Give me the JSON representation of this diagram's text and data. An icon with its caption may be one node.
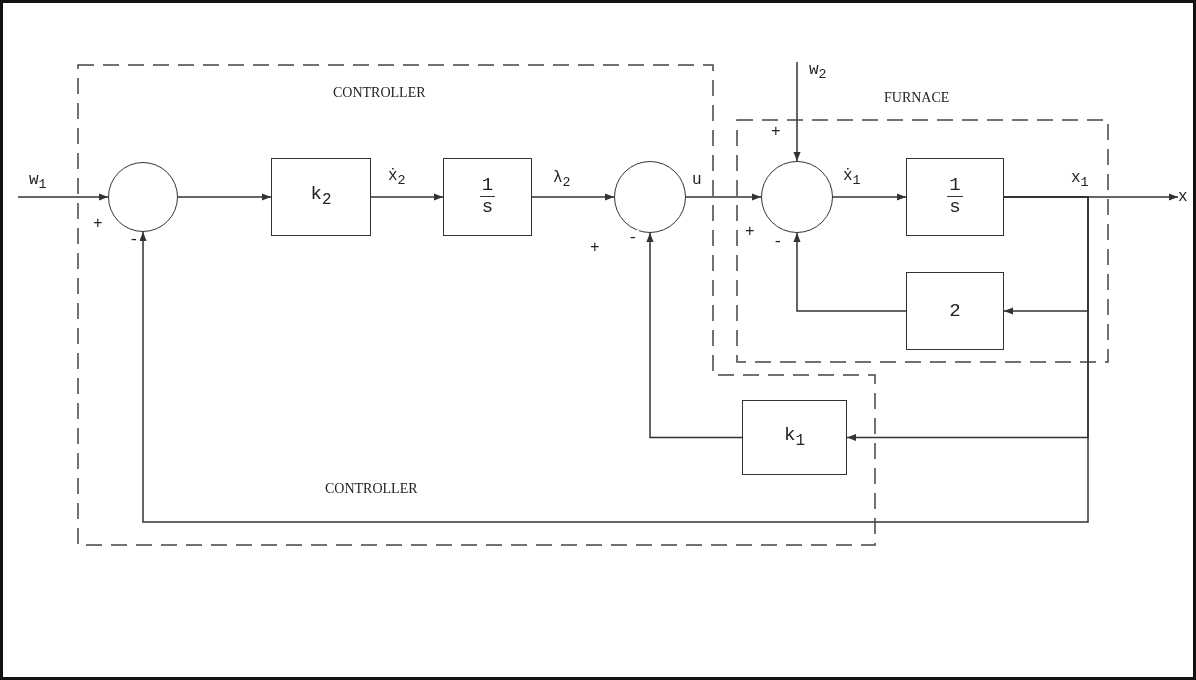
{
  "diagram": {
    "nodes": [
      {
        "text": [
          "CONTROLLER",
          "CONTROLLER"
        ]
      },
      {
        "text": [
          "FURNACE"
        ]
      },
      {
        "text": [],
        "shape": "circle",
        "in": 0
      },
      {
        "text": [
          "k$_{2}$"
        ],
        "in": 0
      },
      {
        "text": [
          "1",
          "s"
        ],
        "in": 0
      },
      {
        "text": [],
        "shape": "circle",
        "in": 0
      },
      {
        "text": [],
        "shape": "circle",
        "in": 1
      },
      {
        "text": [
          "1",
          "s"
        ],
        "in": 1
      },
      {
        "text": [
          "2"
        ],
        "in": 1
      },
      {
        "text": [
          "k$_{1}$"
        ],
        "in": 0
      },
      {
        "text": [
          "x"
        ]
      }
    ],
    "edges": [
      {
        "from": null,
        "to": 2,
        "arrow": "to",
        "label": "w$_{1}$"
      },
      {
        "from": 2,
        "to": 3,
        "arrow": "to"
      },
      {
        "from": 3,
        "to": 4,
        "arrow": "to",
        "label": "ẋ$_{2}$"
      },
      {
        "from": 4,
        "to": 5,
        "arrow": "to",
        "label": "λ$_{2}$"
      },
      {
        "from": 5,
        "to": 6,
        "arrow": "to",
        "label": "u"
      },
      {
        "from": null,
        "to": 6,
        "arrow": "to",
        "label": "w$_{2}$"
      },
      {
        "from": 6,
        "to": 7,
        "arrow": "to",
        "label": "ẋ$_{1}$"
      },
      {
        "from": 7,
        "to": 10,
        "arrow": "to",
        "label": "x$_{1}$"
      },
      {
        "from": 7,
        "to": 8,
        "arrow": "to"
      },
      {
        "from": 8,
        "to": 6,
        "arrow": "to"
      },
      {
        "from": 7,
        "to": 9,
        "arrow": "to"
      },
      {
        "from": 9,
        "to": 5,
        "arrow": "to"
      },
      {
        "from": 7,
        "to": 2,
        "arrow": "to"
      }
    ],
    "labels": [
      "+",
      "-",
      "+",
      "-",
      "+",
      "+",
      "-"
    ]
  }
}
